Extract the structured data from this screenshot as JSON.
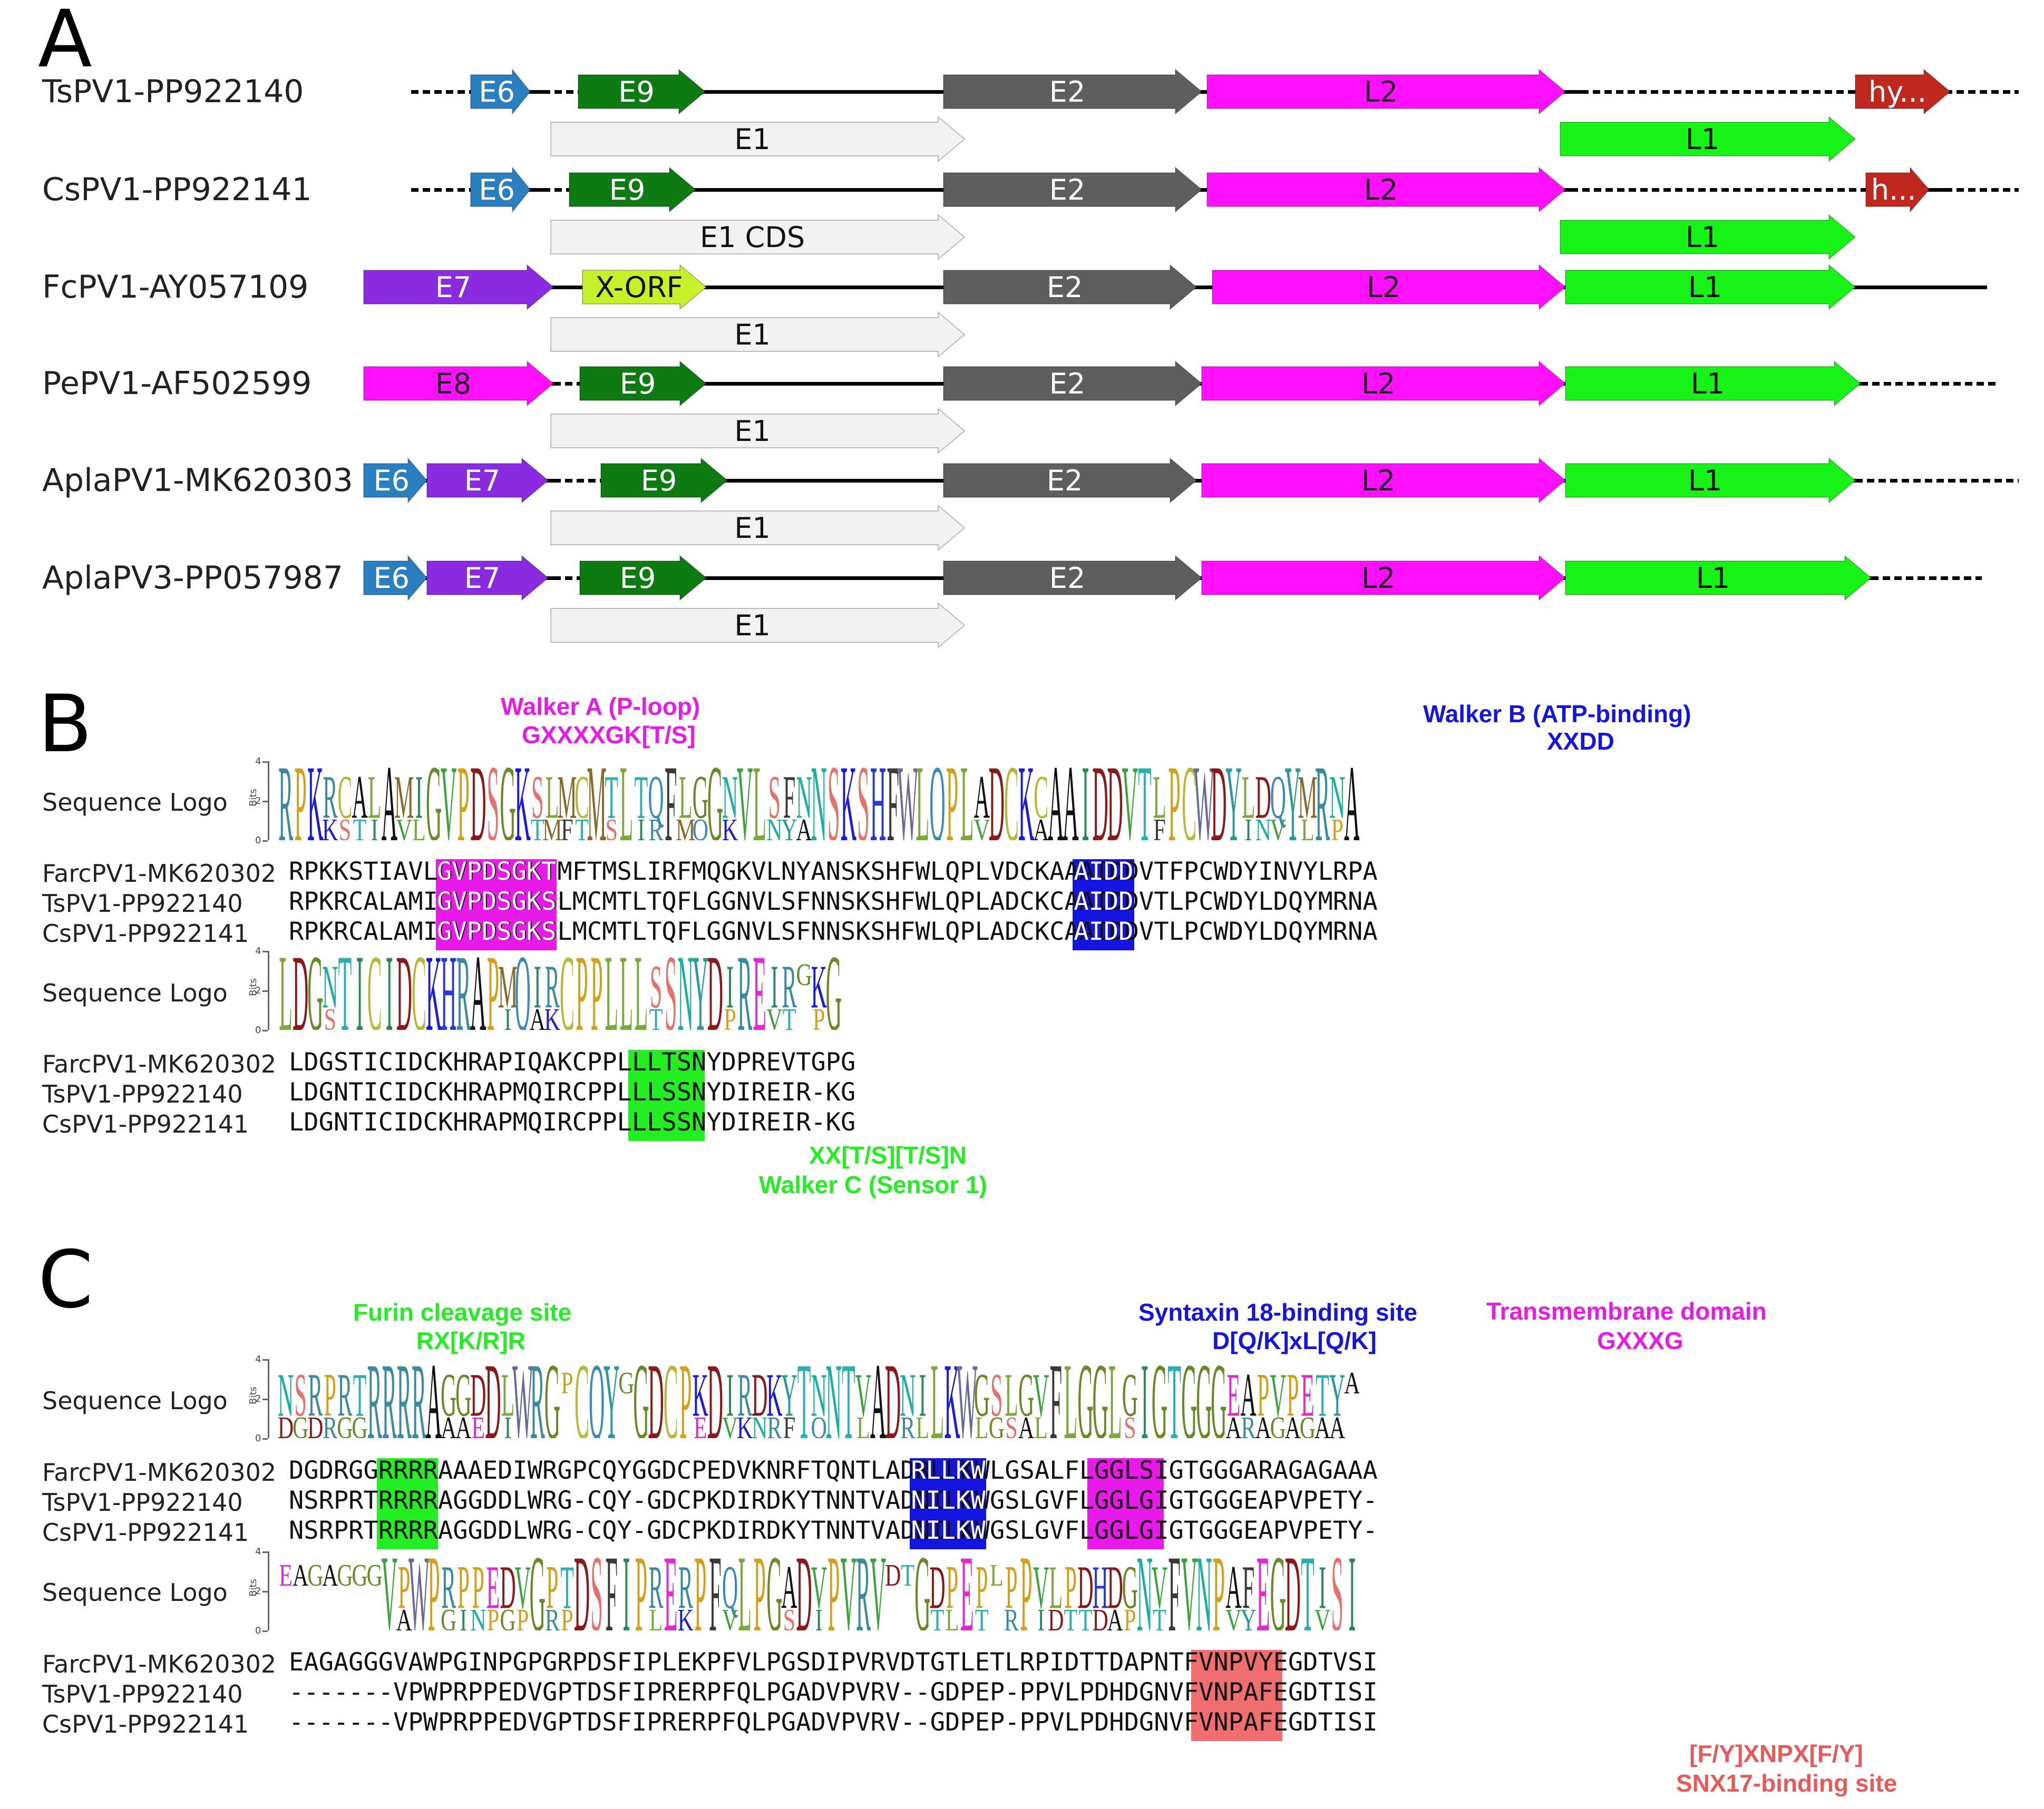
{
  "panelA": {
    "letter": "A",
    "genomes": [
      {
        "name": "TsPV1-PP922140",
        "genes": [
          "E6",
          "E9",
          "E2",
          "L2",
          "hy...",
          "E1",
          "L1"
        ]
      },
      {
        "name": "CsPV1-PP922141",
        "genes": [
          "E6",
          "E9",
          "E2",
          "L2",
          "h...",
          "E1 CDS",
          "L1"
        ]
      },
      {
        "name": "FcPV1-AY057109",
        "genes": [
          "E7",
          "X-ORF",
          "E2",
          "L2",
          "L1",
          "E1"
        ]
      },
      {
        "name": "PePV1-AF502599",
        "genes": [
          "E8",
          "E9",
          "E2",
          "L2",
          "L1",
          "E1"
        ]
      },
      {
        "name": "AplaPV1-MK620303",
        "genes": [
          "E6",
          "E7",
          "E9",
          "E2",
          "L2",
          "L1",
          "E1"
        ]
      },
      {
        "name": "AplaPV3-PP057987",
        "genes": [
          "E6",
          "E7",
          "E9",
          "E2",
          "L2",
          "L1",
          "E1"
        ]
      }
    ],
    "colors": {
      "E6": "#2a7fc0",
      "E9": "#0d7a12",
      "E2": "#5e5e5e",
      "L2": "#ff11ff",
      "L1": "#17f217",
      "hy": "#c0271e",
      "E1": "#f2f2f2",
      "E7": "#8a2be2",
      "E8": "#ff11ff",
      "XORF": "#c6f02a"
    }
  },
  "panelB": {
    "letter": "B",
    "logo_label": "Sequence Logo",
    "bits_label": "Bits",
    "walkerA_title": "Walker A (P-loop)",
    "walkerA_motif": "GXXXXGK[T/S]",
    "walkerB_title": "Walker B (ATP-binding)",
    "walkerB_motif": "XXDD",
    "walkerC_motif": "XX[T/S][T/S]N",
    "walkerC_title": "Walker C (Sensor 1)",
    "block1": {
      "names": [
        "FarcPV1-MK620302",
        "TsPV1-PP922140",
        "CsPV1-PP922141"
      ],
      "seqs": [
        "RPKKSTIAVLGVPDSGKTMFTMSLIRFMQGKVLNYANSKSHFWLQPLVDCKAAAIDDVTFPCWDYINVYLRPA",
        "RPKRCALAMIGVPDSGKSLMCMTLTQFLGGNVLSFNNSKSHFWLQPLADCKCAAIDDVTLPCWDYLDQYMRNA",
        "RPKRCALAMIGVPDSGKSLMCMTLTQFLGGNVLSFNNSKSHFWLQPLADCKCAAIDDVTLPCWDYLDQYMRNA"
      ]
    },
    "block2": {
      "names": [
        "FarcPV1-MK620302",
        "TsPV1-PP922140",
        "CsPV1-PP922141"
      ],
      "seqs": [
        "LDGSTICIDCKHRAPIQAKCPPLLLTSNYDPREVTGPG",
        "LDGNTICIDCKHRAPMQIRCPPLLLSSNYDIREIR-KG",
        "LDGNTICIDCKHRAPMQIRCPPLLLSSNYDIREIR-KG"
      ]
    }
  },
  "panelC": {
    "letter": "C",
    "logo_label": "Sequence Logo",
    "bits_label": "Bits",
    "furin_title": "Furin cleavage site",
    "furin_motif": "RX[K/R]R",
    "syntaxin_title": "Syntaxin 18-binding site",
    "syntaxin_motif": "D[Q/K]xL[Q/K]",
    "tm_title": "Transmembrane domain",
    "tm_motif": "GXXXG",
    "snx_motif": "[F/Y]XNPX[F/Y]",
    "snx_title": "SNX17-binding site",
    "block1": {
      "names": [
        "FarcPV1-MK620302",
        "TsPV1-PP922140",
        "CsPV1-PP922141"
      ],
      "seqs": [
        "DGDRGGRRRRAAAEDIWRGPCQYGGDCPEDVKNRFTQNTLADRLLKWLGSALFLGGLSIGTGGGARAGAGAAA",
        "NSRPRTRRRRAGGDDLWRG-CQY-GDCPKDIRDKYTNNTVADNILKWGSLGVFLGGLGIGTGGGEAPVPETY-",
        "NSRPRTRRRRAGGDDLWRG-CQY-GDCPKDIRDKYTNNTVADNILKWGSLGVFLGGLGIGTGGGEAPVPETY-"
      ]
    },
    "block2": {
      "names": [
        "FarcPV1-MK620302",
        "TsPV1-PP922140",
        "CsPV1-PP922141"
      ],
      "seqs": [
        "EAGAGGGVAWPGINPGPGRPDSFIPLEKPFVLPGSDIPVRVDTGTLETLRPIDTTDAPNTFVNPVYEGDTVSI",
        "-------VPWPRPPEDVGPTDSFIPRERPFQLPGADVPVRV--GDPEP-PPVLPDHDGNVFVNPAFEGDTISI",
        "-------VPWPRPPEDVGPTDSFIPRERPFQLPGADVPVRV--GDPEP-PPVLPDHDGNVFVNPAFEGDTISI"
      ]
    }
  }
}
